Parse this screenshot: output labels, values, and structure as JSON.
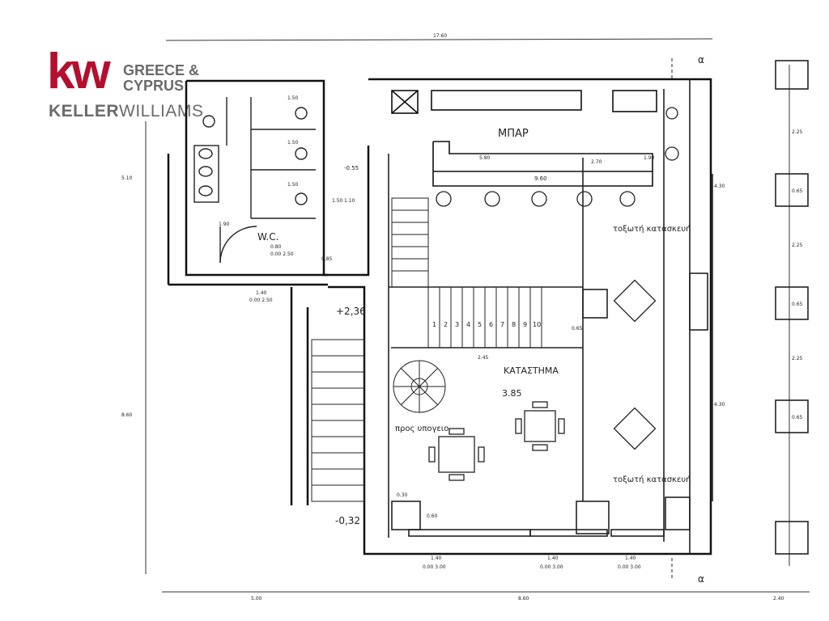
{
  "logo": {
    "mark": "kw",
    "region": "GREECE & CYPRUS",
    "brand_bold": "KELLER",
    "brand_light": "WILLIAMS",
    "mark_color": "#b40f2e",
    "text_color": "#6a6a6a"
  },
  "rooms": {
    "bar": "ΜΠΑΡ",
    "wc": "W.C.",
    "shop": "ΚΑΤΑΣΤΗΜΑ",
    "to_basement": "προς υπογειο",
    "arched_1": "τοξωτή κατασκευή",
    "arched_2": "τοξωτή κατασκευή"
  },
  "levels": {
    "upper": "+2,36",
    "shop": "3.85",
    "street": "-0,32"
  },
  "section_marks": {
    "top": "α",
    "bottom": "α"
  },
  "stair_steps": [
    "1",
    "2",
    "3",
    "4",
    "5",
    "6",
    "7",
    "8",
    "9",
    "10"
  ],
  "dimensions": {
    "top_total": "17.60",
    "bottom_left": "5.00",
    "bottom_mid": "8.60",
    "bottom_right": "2.40",
    "bar_width": "9.60",
    "bar_line1": "5.80",
    "bar_line2": "2.70",
    "bar_line3": "1.90",
    "wc_1": "1.50",
    "wc_2": "1.50",
    "wc_3": "1.50",
    "wc_4": "1.90",
    "wc_h": "1.50",
    "window_1": "1.40",
    "window_2": "1.40",
    "window_3": "1.40",
    "window_4": "1.40",
    "sill_1": "0.00 3.00",
    "sill_2": "0.00 3.00",
    "sill_3": "0.00 3.00",
    "sill_4": "0.00 2.50",
    "stair_w": "2.45",
    "col_a": "0.30",
    "col_b": "0.60",
    "left_height": "8.60",
    "left_height2": "5.10",
    "right_window_1": "4.30",
    "right_window_2": "4.30",
    "right_side_1": "2.25",
    "right_side_2": "2.25",
    "right_side_3": "2.25",
    "right_side_4": "0.65",
    "right_side_5": "0.65",
    "right_side_6": "0.65",
    "wc_door": "0.80",
    "wc_sill": "0.00 2.50",
    "offset": "-0.55",
    "offset2": "1.10",
    "col_c": "0.65",
    "col_d": "0.85"
  }
}
